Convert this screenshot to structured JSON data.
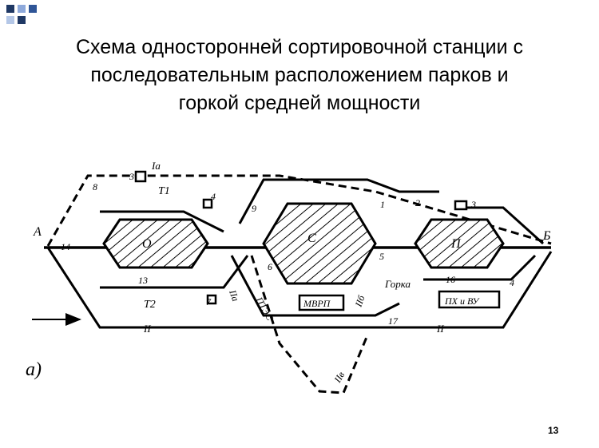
{
  "slide": {
    "title_lines": [
      "Схема односторонней сортировочной станции с",
      "последовательным расположением парков и",
      "горкой средней мощности"
    ],
    "page_number": "13",
    "deco_colors": [
      "#1f3864",
      "#8ea9db",
      "#2f5597",
      "#b4c7e7",
      "#1f3864"
    ]
  },
  "diagram": {
    "labels": {
      "endpoint_a": "А",
      "endpoint_b": "Б",
      "park_o": "О",
      "park_c": "С",
      "park_p": "П",
      "track_1a": "Iа",
      "track_2": "II",
      "track_2_right": "II",
      "track_2a": "IIа",
      "track_2b": "IIб",
      "track_2v": "IIв",
      "t1": "Т1",
      "t2": "Т2",
      "gorka": "Горка",
      "mvrp": "МВРП",
      "pto": "ПХ и ВУ",
      "pts": "ПТЭС",
      "caption": "а)",
      "n1": "1",
      "n2": "2",
      "n3_left": "3",
      "n3_right": "3",
      "n4_left": "4",
      "n4_right": "4",
      "n5": "5",
      "n6": "6",
      "n7": "7",
      "n8": "8",
      "n9": "9",
      "n13": "13",
      "n14": "14",
      "n16": "16",
      "n17": "17"
    }
  }
}
